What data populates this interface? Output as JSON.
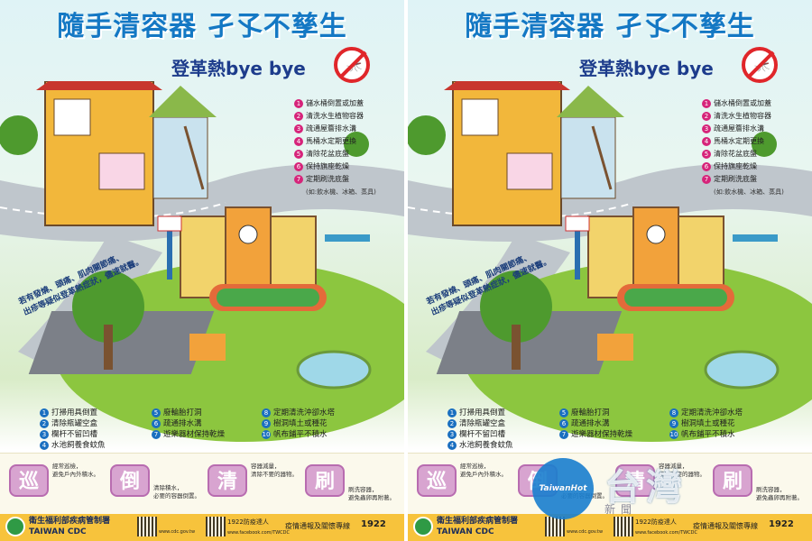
{
  "poster": {
    "title": "隨手清容器 孑孓不孳生",
    "subtitle": "登革熱bye bye",
    "warning": [
      "若有發燒、頭痛、肌肉關節痛、",
      "出疹等疑似登革熱症狀，儘速就醫。"
    ],
    "checklist": [
      {
        "n": "1",
        "text": "儲水桶倒置或加蓋"
      },
      {
        "n": "2",
        "text": "清洗水生植物容器"
      },
      {
        "n": "3",
        "text": "疏通屋簷排水溝"
      },
      {
        "n": "4",
        "text": "馬桶水定期更換"
      },
      {
        "n": "5",
        "text": "清除花盆底盤"
      },
      {
        "n": "6",
        "text": "保持旗座乾燥"
      },
      {
        "n": "7",
        "text": "定期刷洗底盤"
      }
    ],
    "checklist_note": "(如:飲水機、冰箱、蒸具)",
    "outdoor_list": [
      [
        {
          "n": "1",
          "text": "打掃用具倒置"
        },
        {
          "n": "2",
          "text": "清除瓶罐空盒"
        },
        {
          "n": "3",
          "text": "欄杆不留凹槽"
        },
        {
          "n": "4",
          "text": "水池飼養食蚊魚"
        }
      ],
      [
        {
          "n": "5",
          "text": "廢輪胎打洞"
        },
        {
          "n": "6",
          "text": "疏通排水溝"
        },
        {
          "n": "7",
          "text": "遊樂器材保持乾燥"
        }
      ],
      [
        {
          "n": "8",
          "text": "定期清洗沖卻水塔"
        },
        {
          "n": "9",
          "text": "樹洞填土或種花"
        },
        {
          "n": "10",
          "text": "帆布鋪平不積水"
        }
      ]
    ],
    "actions": [
      {
        "badge": "巡",
        "desc": [
          "經常巡檢，",
          "避免戶內外積水。"
        ]
      },
      {
        "badge": "倒",
        "desc": [
          "清除積水，",
          "必要的容器倒置。"
        ]
      },
      {
        "badge": "清",
        "desc": [
          "容器減量，",
          "清除不要的器物。"
        ]
      },
      {
        "badge": "刷",
        "desc": [
          "刷洗容器，",
          "避免蟲卵再附著。"
        ]
      }
    ],
    "footer": {
      "org_cn": "衛生福利部疾病管制署",
      "org_en": "TAIWAN CDC",
      "site": "www.cdc.gov.tw",
      "fb": "www.facebook.com/TWCDC",
      "line": "1922防疫達人",
      "hotline_label": "疫情通報及關懷專線",
      "hotline": "1922"
    }
  },
  "watermark": {
    "logo": "TaiwanHot",
    "big": "台灣",
    "small": "新聞"
  },
  "colors": {
    "title": "#1478c4",
    "subtitle": "#1d3c8c",
    "badge": "#d8a4d0",
    "footer": "#f7c33c",
    "number": "#d6247a"
  }
}
